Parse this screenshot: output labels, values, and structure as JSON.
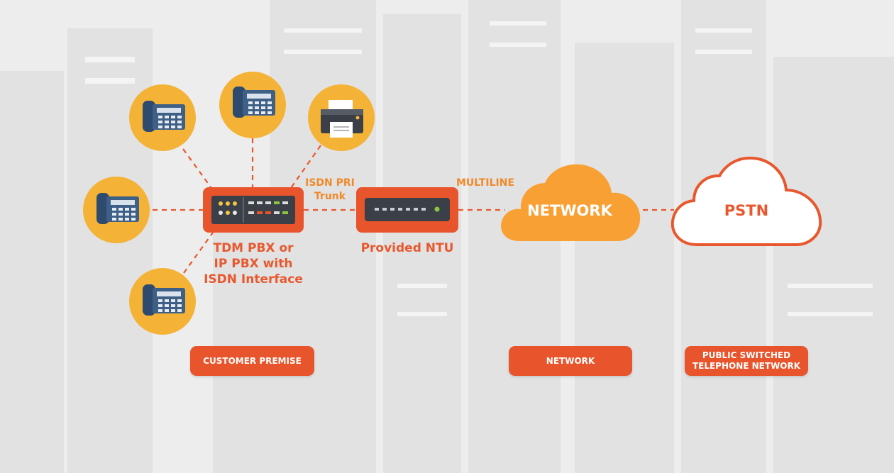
{
  "colors": {
    "accent": "#e8542b",
    "node_circle": "#f4b336",
    "cloud_fill": "#f9a035",
    "dashed_link": "#e8582e",
    "text_orange": "#f0892a"
  },
  "icons": {
    "phone": "desk-phone-icon",
    "fax": "fax-printer-icon",
    "pbx": "pbx-device-icon",
    "ntu": "ntu-device-icon",
    "cloud": "cloud-icon"
  },
  "nodes": {
    "pbx_label_lines": [
      "TDM PBX or",
      "IP PBX with",
      "ISDN Interface"
    ],
    "ntu_label": "Provided NTU",
    "isdn_label_lines": [
      "ISDN PRI",
      "Trunk"
    ],
    "multiline_label": "MULTILINE",
    "network_cloud": "NETWORK",
    "pstn_cloud": "PSTN"
  },
  "sections": {
    "customer_premise": "CUSTOMER PREMISE",
    "network": "NETWORK",
    "pstn_lines": [
      "PUBLIC SWITCHED",
      "TELEPHONE NETWORK"
    ]
  }
}
